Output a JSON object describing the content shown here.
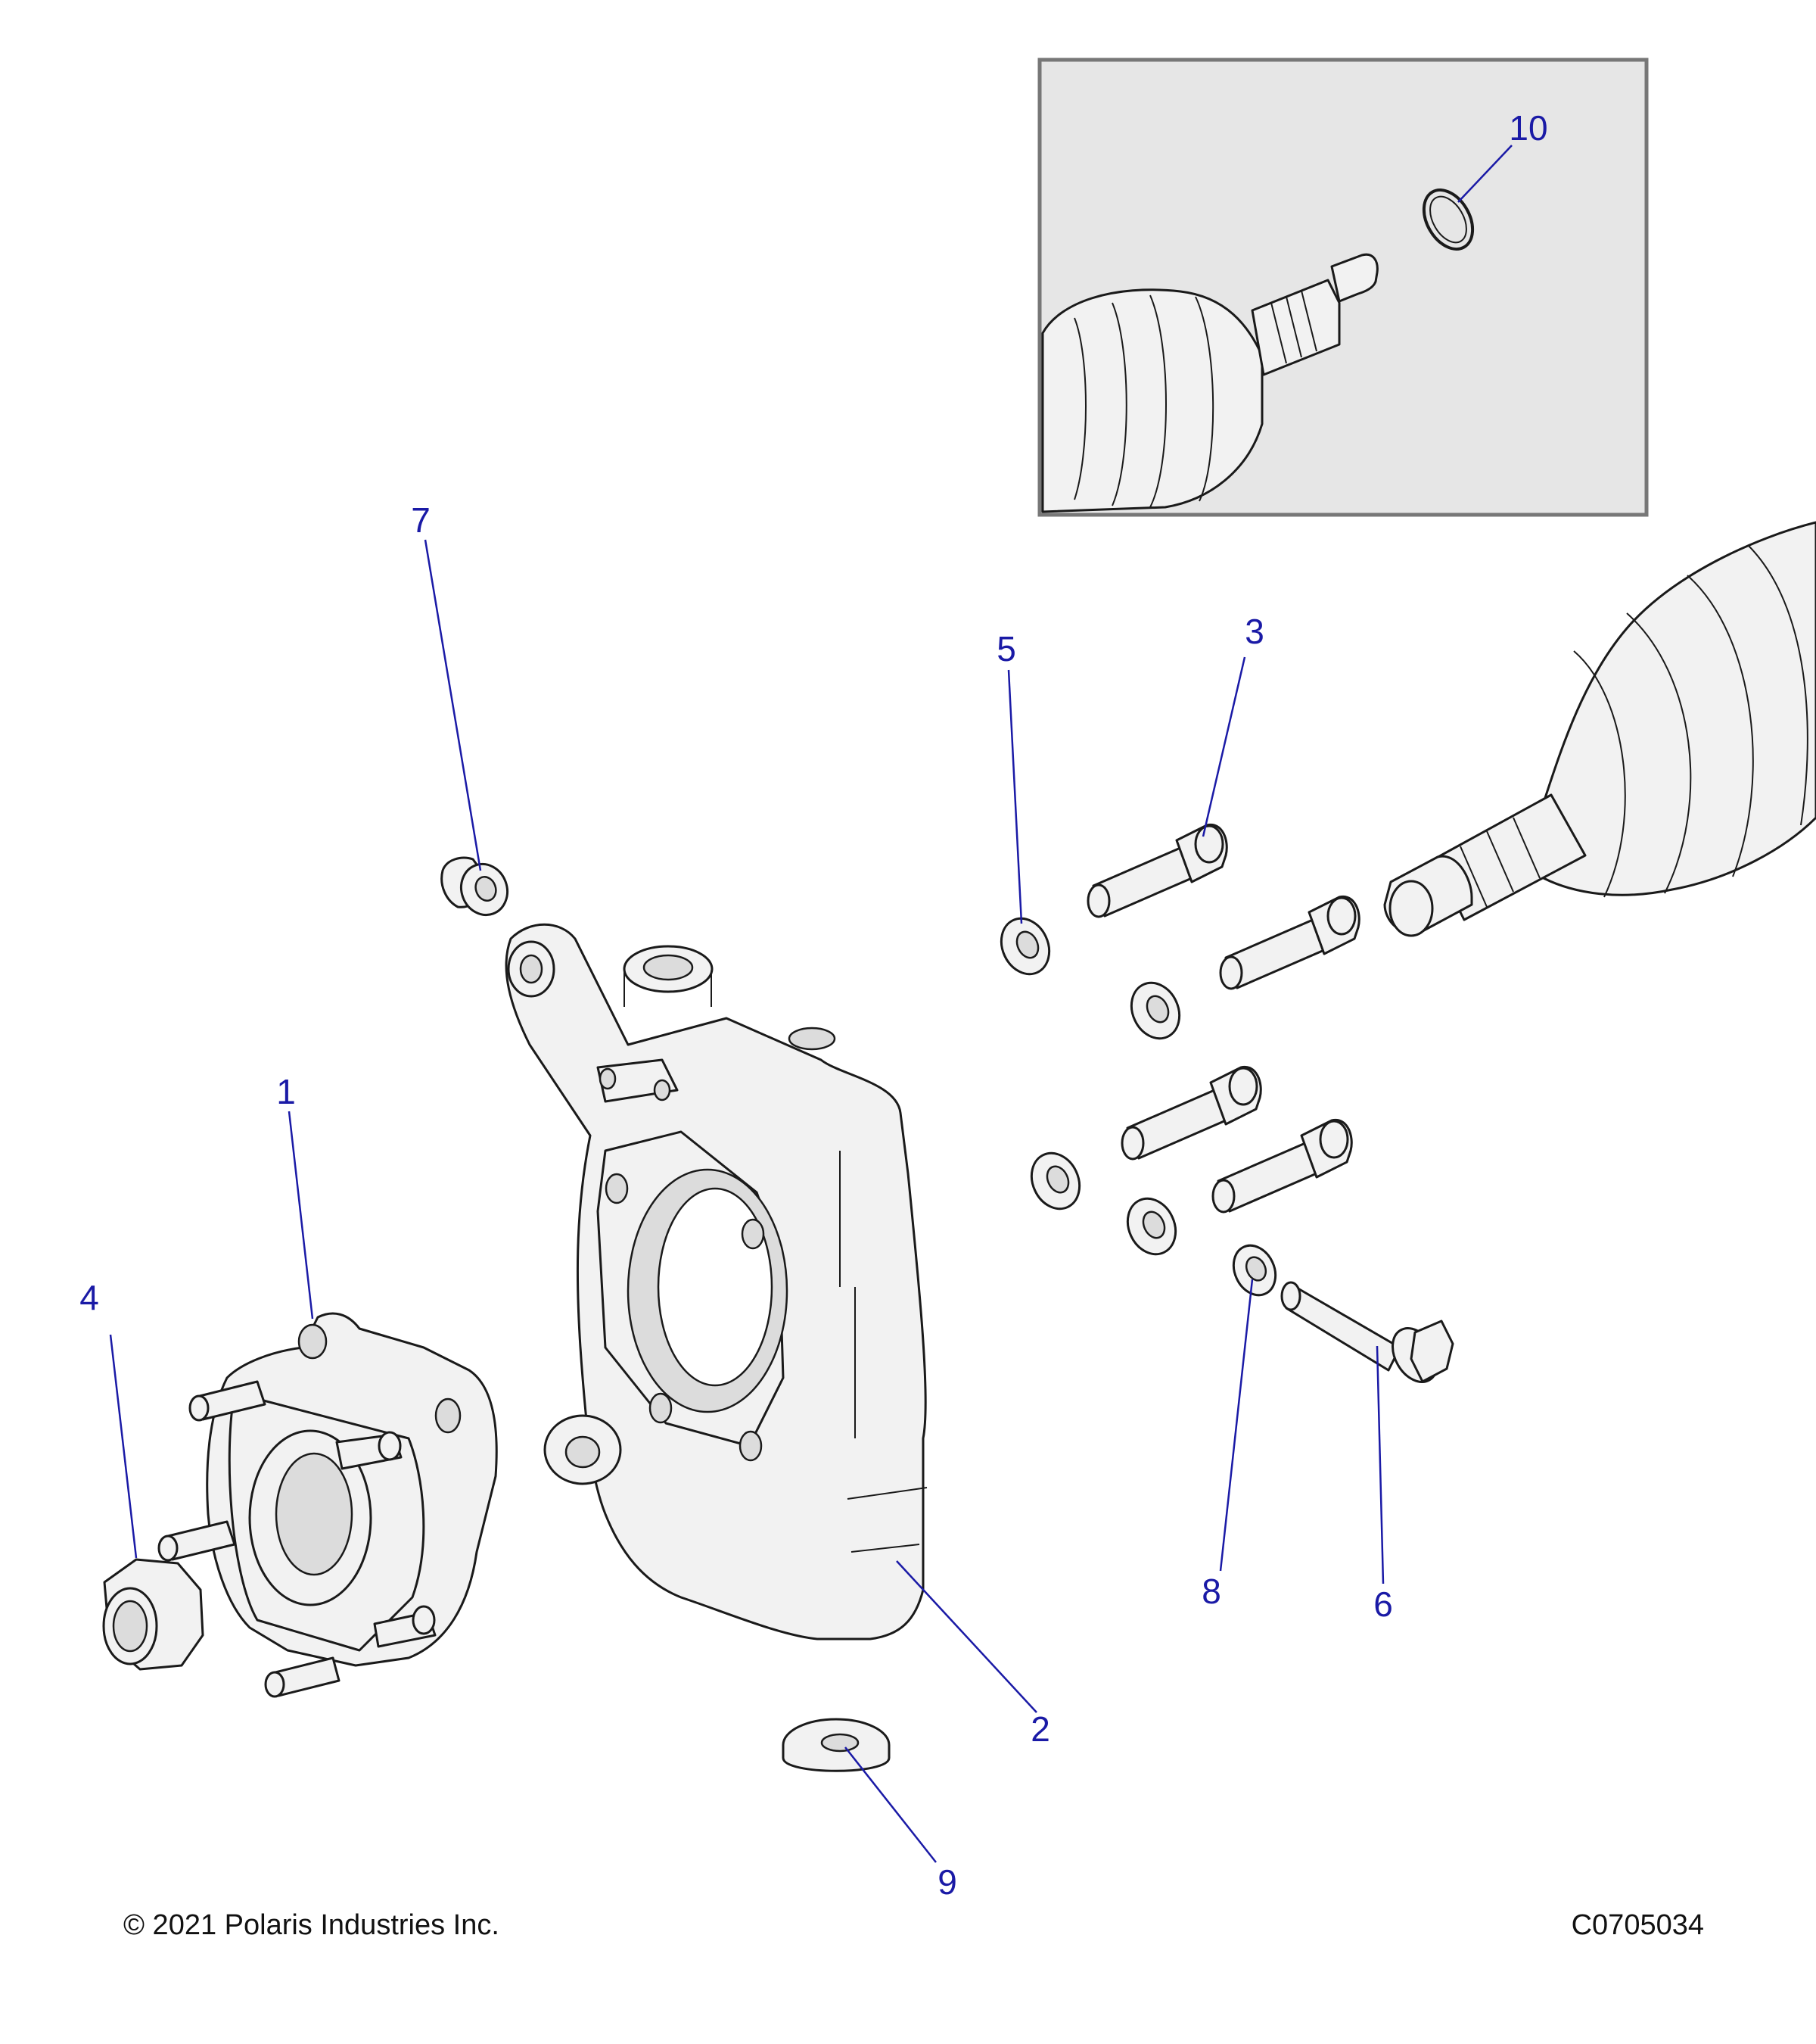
{
  "callouts": {
    "c1": "1",
    "c2": "2",
    "c3": "3",
    "c4": "4",
    "c5": "5",
    "c6": "6",
    "c7": "7",
    "c8": "8",
    "c9": "9",
    "c10": "10"
  },
  "footer": {
    "copyright": "© 2021 Polaris Industries Inc.",
    "drawing_number": "C0705034"
  },
  "colors": {
    "callout": "#1a1aa6",
    "inset_background": "#e6e6e6",
    "inset_border": "#777777"
  }
}
